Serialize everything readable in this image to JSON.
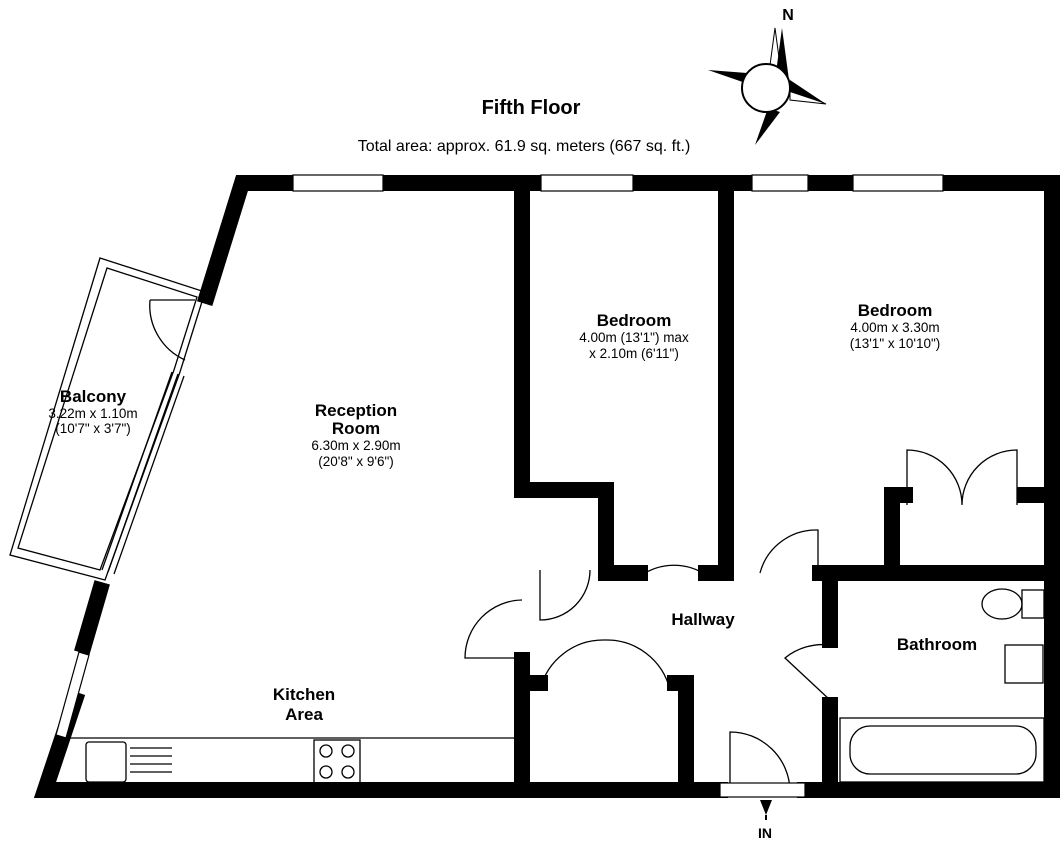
{
  "title": "Fifth Floor",
  "total_area": "Total area: approx. 61.9 sq. meters (667 sq. ft.)",
  "compass": {
    "label": "N",
    "icon": "compass-icon"
  },
  "rooms": {
    "balcony": {
      "name": "Balcony",
      "dim1": "3.22m x 1.10m",
      "dim2": "(10'7\" x 3'7\")"
    },
    "reception": {
      "name1": "Reception",
      "name2": "Room",
      "dim1": "6.30m x 2.90m",
      "dim2": "(20'8\" x 9'6\")"
    },
    "bedroom1": {
      "name": "Bedroom",
      "dim1": "4.00m (13'1\") max",
      "dim2": "x 2.10m (6'11\")"
    },
    "bedroom2": {
      "name": "Bedroom",
      "dim1": "4.00m x 3.30m",
      "dim2": "(13'1\" x 10'10\")"
    },
    "hallway": {
      "name": "Hallway"
    },
    "bathroom": {
      "name": "Bathroom"
    },
    "kitchen": {
      "name1": "Kitchen",
      "name2": "Area"
    }
  },
  "entrance": "IN"
}
